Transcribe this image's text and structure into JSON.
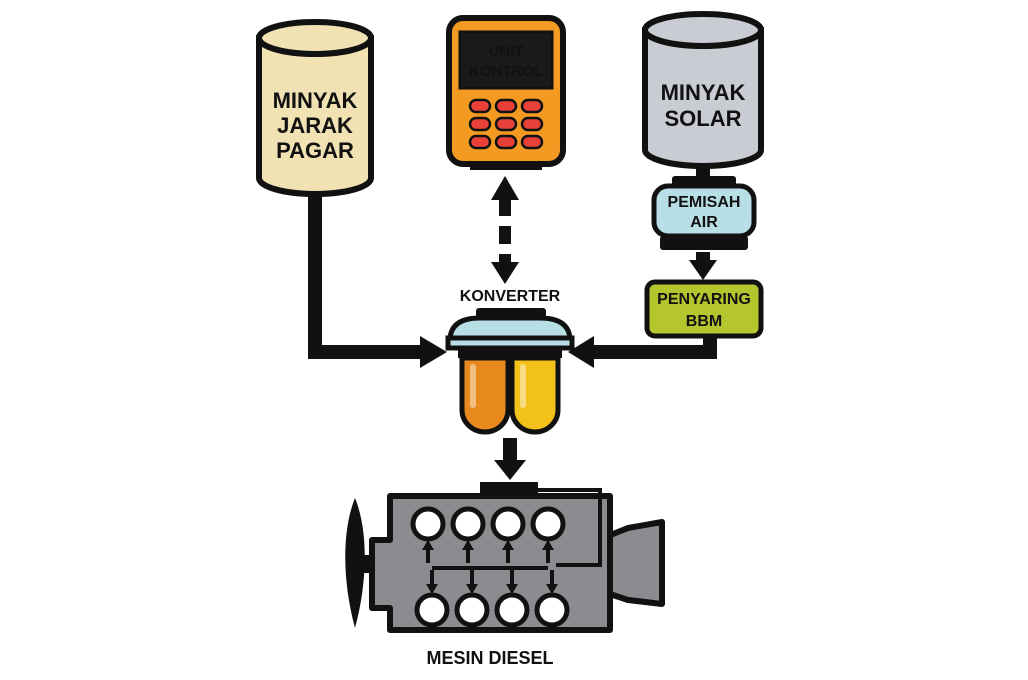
{
  "tanks": {
    "jatropha": {
      "lines": [
        "MINYAK",
        "JARAK",
        "PAGAR"
      ],
      "color": "#f0e2b2"
    },
    "diesel": {
      "lines": [
        "MINYAK",
        "SOLAR"
      ],
      "color": "#c9ccd2"
    }
  },
  "control_unit": {
    "lines": [
      "UNIT",
      "KONTROL"
    ],
    "body_color": "#f39a22",
    "screen_color": "#1a1a1a",
    "text_color": "#f7e34a",
    "button_color": "#e8413a"
  },
  "water_separator": {
    "lines": [
      "PEMISAH",
      "AIR"
    ],
    "color": "#b9dfe6"
  },
  "fuel_filter": {
    "lines": [
      "PENYARING",
      "BBM"
    ],
    "color": "#b4c52e"
  },
  "converter": {
    "label": "KONVERTER",
    "left_chamber_color": "#e88a1e",
    "right_chamber_color": "#f2c21a"
  },
  "engine": {
    "label": "MESIN DIESEL",
    "color": "#8a8c8f"
  }
}
